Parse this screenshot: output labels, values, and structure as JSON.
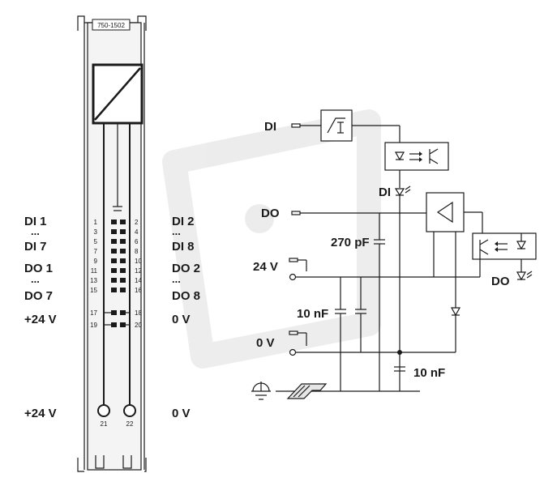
{
  "module": {
    "model": "750-1502"
  },
  "left_labels": {
    "di1": "DI 1",
    "di2": "DI 2",
    "dots_a": "...",
    "dots_b": "...",
    "di7": "DI 7",
    "di8": "DI 8",
    "do1": "DO 1",
    "do2": "DO 2",
    "dots_c": "...",
    "dots_d": "...",
    "do7": "DO 7",
    "do8": "DO 8",
    "p24a": "+24 V",
    "zeroa": "0 V",
    "p24b": "+24 V",
    "zerob": "0 V"
  },
  "pins": {
    "left": [
      "1",
      "3",
      "5",
      "7",
      "9",
      "11",
      "13",
      "15",
      "17",
      "19"
    ],
    "right": [
      "2",
      "4",
      "6",
      "8",
      "10",
      "12",
      "14",
      "16",
      "18",
      "20"
    ],
    "bottom_left": "21",
    "bottom_right": "22"
  },
  "schematic": {
    "di": "DI",
    "di_led": "DI",
    "do": "DO",
    "do_led": "DO",
    "p24": "24 V",
    "zero": "0 V",
    "cap_270": "270 pF",
    "cap_10_left": "10 nF",
    "cap_10_right": "10 nF"
  }
}
